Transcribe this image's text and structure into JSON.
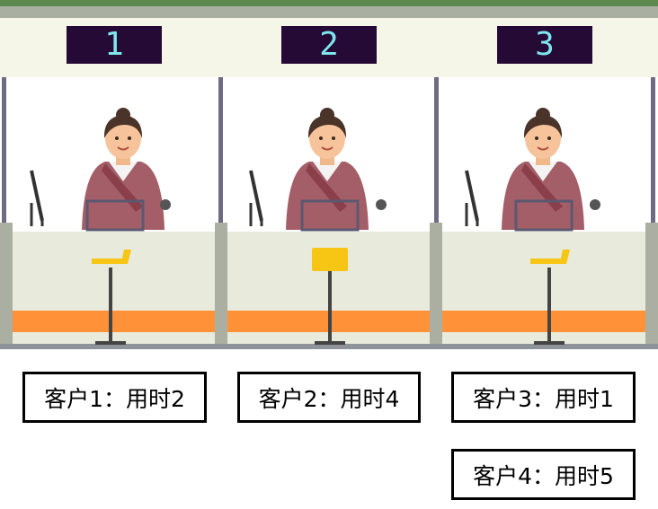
{
  "windows": [
    {
      "number": "1"
    },
    {
      "number": "2"
    },
    {
      "number": "3"
    }
  ],
  "customers": [
    {
      "label": "客户1：用时2"
    },
    {
      "label": "客户2：用时4"
    },
    {
      "label": "客户3：用时1"
    },
    {
      "label": "客户4：用时5"
    }
  ],
  "colors": {
    "sign_bg": "#250a36",
    "sign_text": "#7fe6ec",
    "counter_stripe": "#ff9238",
    "stool_seat": "#f7c514",
    "uniform": "#a45e67"
  }
}
